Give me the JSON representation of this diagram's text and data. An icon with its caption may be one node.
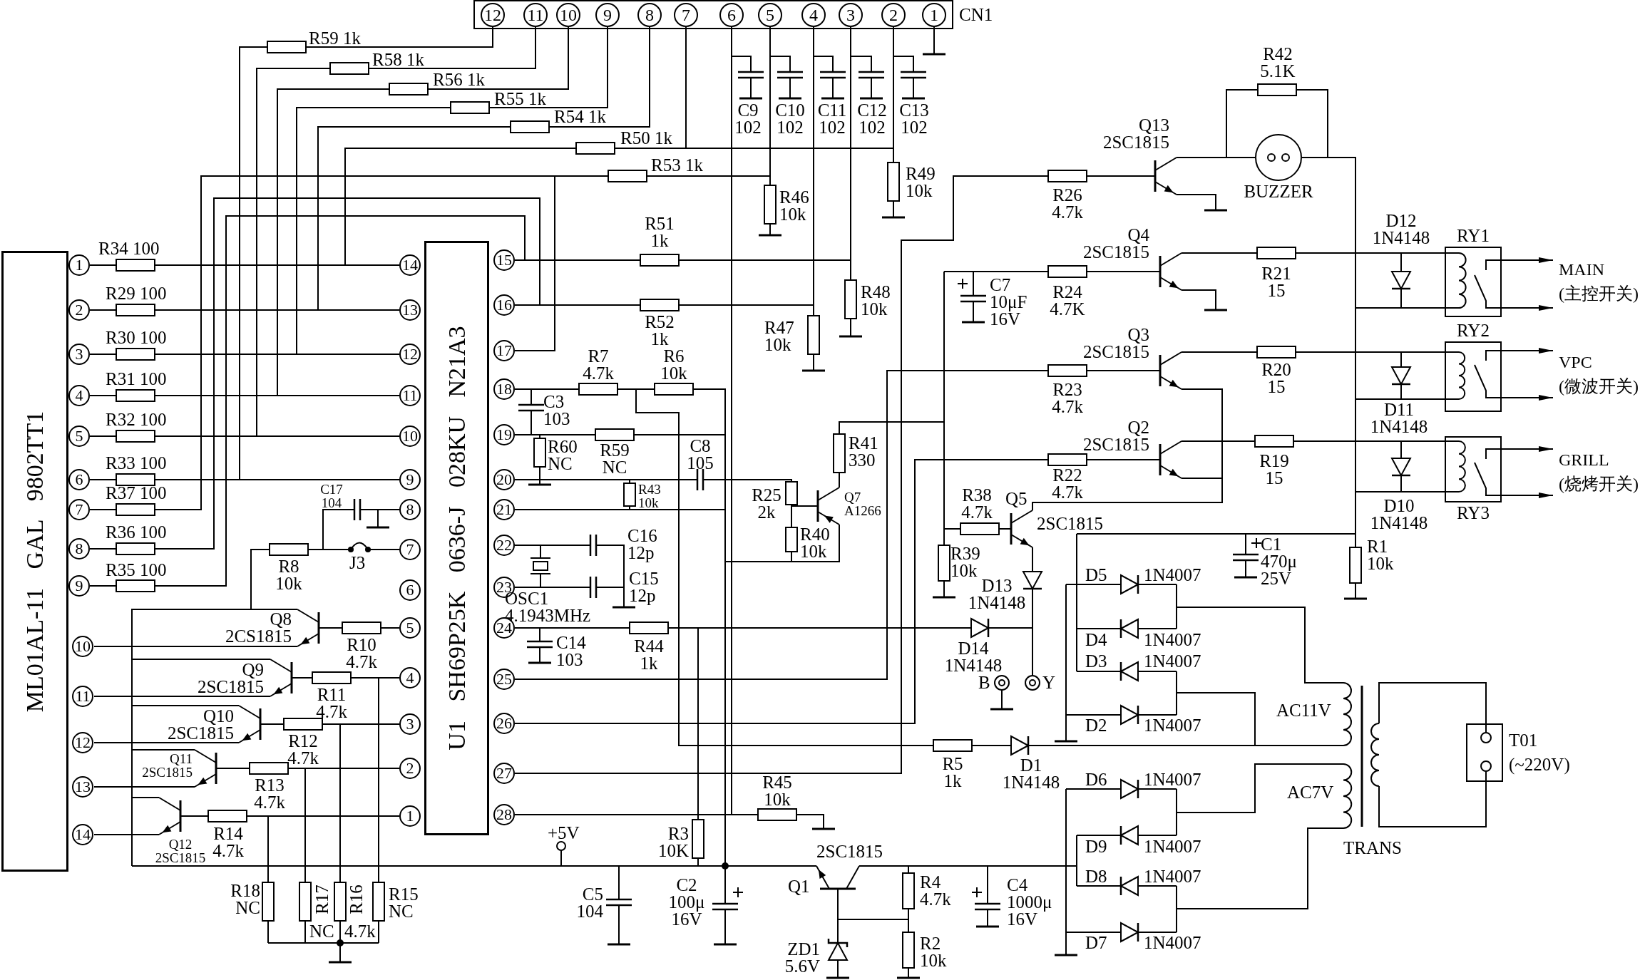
{
  "diagram": {
    "nodes": [
      {
        "text": [
          "ML01AL-11 GAL 9802TT1"
        ]
      },
      {
        "text": [
          "1"
        ]
      },
      {
        "text": [
          "2"
        ]
      },
      {
        "text": [
          "3"
        ]
      },
      {
        "text": [
          "4"
        ]
      },
      {
        "text": [
          "5"
        ]
      },
      {
        "text": [
          "6"
        ]
      },
      {
        "text": [
          "7"
        ]
      },
      {
        "text": [
          "8"
        ]
      },
      {
        "text": [
          "9"
        ]
      },
      {
        "text": [
          "10"
        ]
      },
      {
        "text": [
          "11"
        ]
      },
      {
        "text": [
          "12"
        ]
      },
      {
        "text": [
          "13"
        ]
      },
      {
        "text": [
          "14"
        ]
      },
      {
        "text": [
          "U1 SH69P25K 0636-J 028KU N21A3"
        ]
      },
      {
        "text": [
          "1"
        ]
      },
      {
        "text": [
          "2"
        ]
      },
      {
        "text": [
          "3"
        ]
      },
      {
        "text": [
          "4"
        ]
      },
      {
        "text": [
          "5"
        ]
      },
      {
        "text": [
          "6"
        ]
      },
      {
        "text": [
          "7"
        ]
      },
      {
        "text": [
          "8"
        ]
      },
      {
        "text": [
          "9"
        ]
      },
      {
        "text": [
          "10"
        ]
      },
      {
        "text": [
          "11"
        ]
      },
      {
        "text": [
          "12"
        ]
      },
      {
        "text": [
          "13"
        ]
      },
      {
        "text": [
          "14"
        ]
      },
      {
        "text": [
          "15"
        ]
      },
      {
        "text": [
          "16"
        ]
      },
      {
        "text": [
          "17"
        ]
      },
      {
        "text": [
          "18"
        ]
      },
      {
        "text": [
          "19"
        ]
      },
      {
        "text": [
          "20"
        ]
      },
      {
        "text": [
          "21"
        ]
      },
      {
        "text": [
          "22"
        ]
      },
      {
        "text": [
          "23"
        ]
      },
      {
        "text": [
          "24"
        ]
      },
      {
        "text": [
          "25"
        ]
      },
      {
        "text": [
          "26"
        ]
      },
      {
        "text": [
          "27"
        ]
      },
      {
        "text": [
          "28"
        ]
      },
      {
        "text": [
          "CN1"
        ]
      },
      {
        "text": [
          "12"
        ],
        "in": 44
      },
      {
        "text": [
          "11"
        ],
        "in": 44
      },
      {
        "text": [
          "10"
        ],
        "in": 44
      },
      {
        "text": [
          "9"
        ],
        "in": 44
      },
      {
        "text": [
          "8"
        ],
        "in": 44
      },
      {
        "text": [
          "7"
        ],
        "in": 44
      },
      {
        "text": [
          "6"
        ],
        "in": 44
      },
      {
        "text": [
          "5"
        ],
        "in": 44
      },
      {
        "text": [
          "4"
        ],
        "in": 44
      },
      {
        "text": [
          "3"
        ],
        "in": 44
      },
      {
        "text": [
          "2"
        ],
        "in": 44
      },
      {
        "text": [
          "1"
        ],
        "in": 44
      },
      {
        "text": [
          "RY1"
        ]
      },
      {
        "text": [
          "RY2"
        ]
      },
      {
        "text": [
          "RY3"
        ]
      },
      {
        "text": [
          "MAIN",
          "(主控开关)"
        ]
      },
      {
        "text": [
          "VPC",
          "(微波开关)"
        ]
      },
      {
        "text": [
          "GRILL",
          "(烧烤开关)"
        ]
      },
      {
        "text": [
          "T01",
          "(~220V)"
        ]
      },
      {
        "text": [
          "BUZZER"
        ]
      }
    ],
    "edges": [
      {
        "from": 1,
        "to": 29,
        "arrow": "none"
      },
      {
        "from": 2,
        "to": 28,
        "arrow": "none"
      },
      {
        "from": 3,
        "to": 27,
        "arrow": "none"
      },
      {
        "from": 4,
        "to": 26,
        "arrow": "none"
      },
      {
        "from": 5,
        "to": 25,
        "arrow": "none"
      },
      {
        "from": 6,
        "to": 24,
        "arrow": "none"
      },
      {
        "from": 7,
        "to": 32,
        "arrow": "none"
      },
      {
        "from": 8,
        "to": 31,
        "arrow": "none"
      },
      {
        "from": 9,
        "to": 30,
        "arrow": "none"
      },
      {
        "from": 45,
        "to": 24,
        "arrow": "none"
      },
      {
        "from": 46,
        "to": 25,
        "arrow": "none"
      },
      {
        "from": 47,
        "to": 26,
        "arrow": "none"
      },
      {
        "from": 48,
        "to": 27,
        "arrow": "none"
      },
      {
        "from": 49,
        "to": 28,
        "arrow": "none"
      },
      {
        "from": 50,
        "to": 29,
        "arrow": "none"
      },
      {
        "from": 52,
        "to": 32,
        "arrow": "none"
      },
      {
        "from": 53,
        "to": 31,
        "arrow": "none"
      },
      {
        "from": 54,
        "to": 30,
        "arrow": "none"
      },
      {
        "from": 51,
        "to": 43,
        "arrow": "none"
      },
      {
        "from": 50,
        "to": 55,
        "arrow": "none"
      },
      {
        "from": 57,
        "to": 60,
        "arrow": "to"
      },
      {
        "from": 57,
        "to": 60,
        "arrow": "to"
      },
      {
        "from": 58,
        "to": 61,
        "arrow": "to"
      },
      {
        "from": 58,
        "to": 61,
        "arrow": "to"
      },
      {
        "from": 59,
        "to": 62,
        "arrow": "to"
      },
      {
        "from": 59,
        "to": 62,
        "arrow": "to"
      }
    ],
    "labels": [
      "R59 1k",
      "R58 1k",
      "R56 1k",
      "R55 1k",
      "R54 1k",
      "R50 1k",
      "R53 1k",
      "C9 102",
      "C10 102",
      "C11 102",
      "C12 102",
      "C13 102",
      "R42 5.1K",
      "Q13 2SC1815",
      "R49 10k",
      "R46 10k",
      "R26 4.7k",
      "R51 1k",
      "D12 1N4148",
      "Q4 2SC1815",
      "R34 100",
      "R48 10k",
      "C7 10μF 16V",
      "R24 4.7K",
      "R21 15",
      "R29 100",
      "R52 1k",
      "R47 10k",
      "Q3 2SC1815",
      "R30 100",
      "R7 4.7k",
      "R6 10k",
      "R20 15",
      "R31 100",
      "R23 4.7k",
      "C3 103",
      "D11 1N4148",
      "R32 100",
      "Q2 2SC1815",
      "R60 NC",
      "R59 NC",
      "C8 105",
      "R41 330",
      "R19 15",
      "R22 4.7k",
      "R33 100",
      "R37 100",
      "C17 104",
      "R43 10k",
      "R25 2k",
      "Q7 A1266",
      "R38 4.7k",
      "Q5",
      "D10 1N4148",
      "R36 100",
      "C16 12p",
      "R40 10k",
      "R39 10k",
      "2SC1815",
      "C1 470μ 25V",
      "R1 10k",
      "R35 100",
      "R8 10k",
      "J3",
      "C15 12p",
      "D13 1N4148",
      "D5",
      "1N4007",
      "Q8 2CS1815",
      "OSC1 4.1943MHz",
      "R10 4.7k",
      "C14 103",
      "R44 1k",
      "D14 1N4148",
      "D4",
      "1N4007",
      "Q9 2SC1815",
      "R11 4.7k",
      "B",
      "Y",
      "D3",
      "1N4007",
      "Q10 2SC1815",
      "R12 4.7k",
      "D2",
      "1N4007",
      "AC11V",
      "Q11 2SC1815",
      "R13 4.7k",
      "R45 10k",
      "R5 1k",
      "D1 1N4148",
      "D6",
      "1N4007",
      "AC7V",
      "Q12 2SC1815",
      "R14 4.7k",
      "+5V",
      "R3 10K",
      "2SC1815",
      "D9",
      "1N4007",
      "TRANS",
      "R18 NC",
      "R17",
      "R16",
      "R15 NC",
      "C5 104",
      "C2 100μ 16V",
      "Q1",
      "R4 4.7k",
      "C4 1000μ 16V",
      "D8",
      "1N4007",
      "NC",
      "4.7k",
      "ZD1 5.6V",
      "R2 10k",
      "D7",
      "1N4007"
    ]
  }
}
